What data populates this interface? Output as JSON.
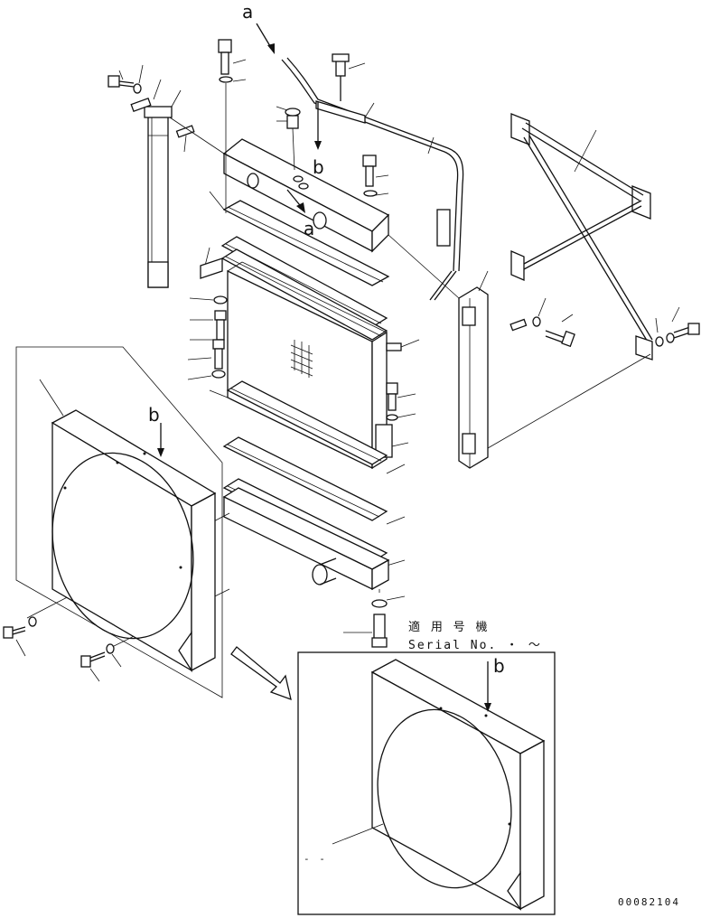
{
  "labels": {
    "view_a_top": "a",
    "view_a_mid": "a",
    "view_b_mid": "b",
    "view_b_left": "b",
    "view_b_inset": "b"
  },
  "serial_note": {
    "line1": "適 用 号 機",
    "line2": "Serial No.   ・  〜"
  },
  "inset_dash": "- -",
  "drawing_code": "00082104"
}
